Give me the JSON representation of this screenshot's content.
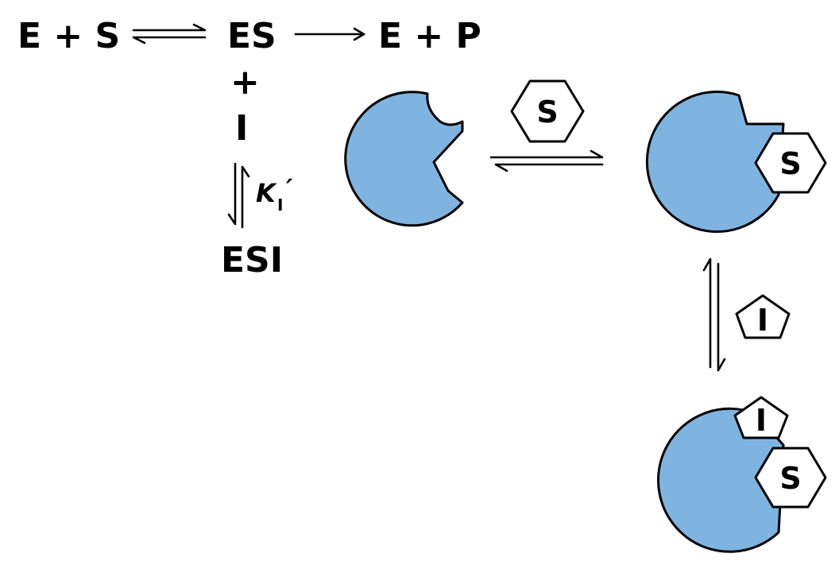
{
  "equation": {
    "reactants": "E + S",
    "complex": "ES",
    "products": "E + P",
    "plus": "+",
    "inhibitor": "I",
    "constant_symbol": "K",
    "constant_subscript": "I",
    "constant_prime": "′",
    "ternary_complex": "ESI"
  },
  "cartoon": {
    "substrate_label": "S",
    "inhibitor_label": "I"
  },
  "colors": {
    "enzyme_fill": "#7FB4E0",
    "outline": "#000000",
    "background": "#FFFFFF"
  }
}
